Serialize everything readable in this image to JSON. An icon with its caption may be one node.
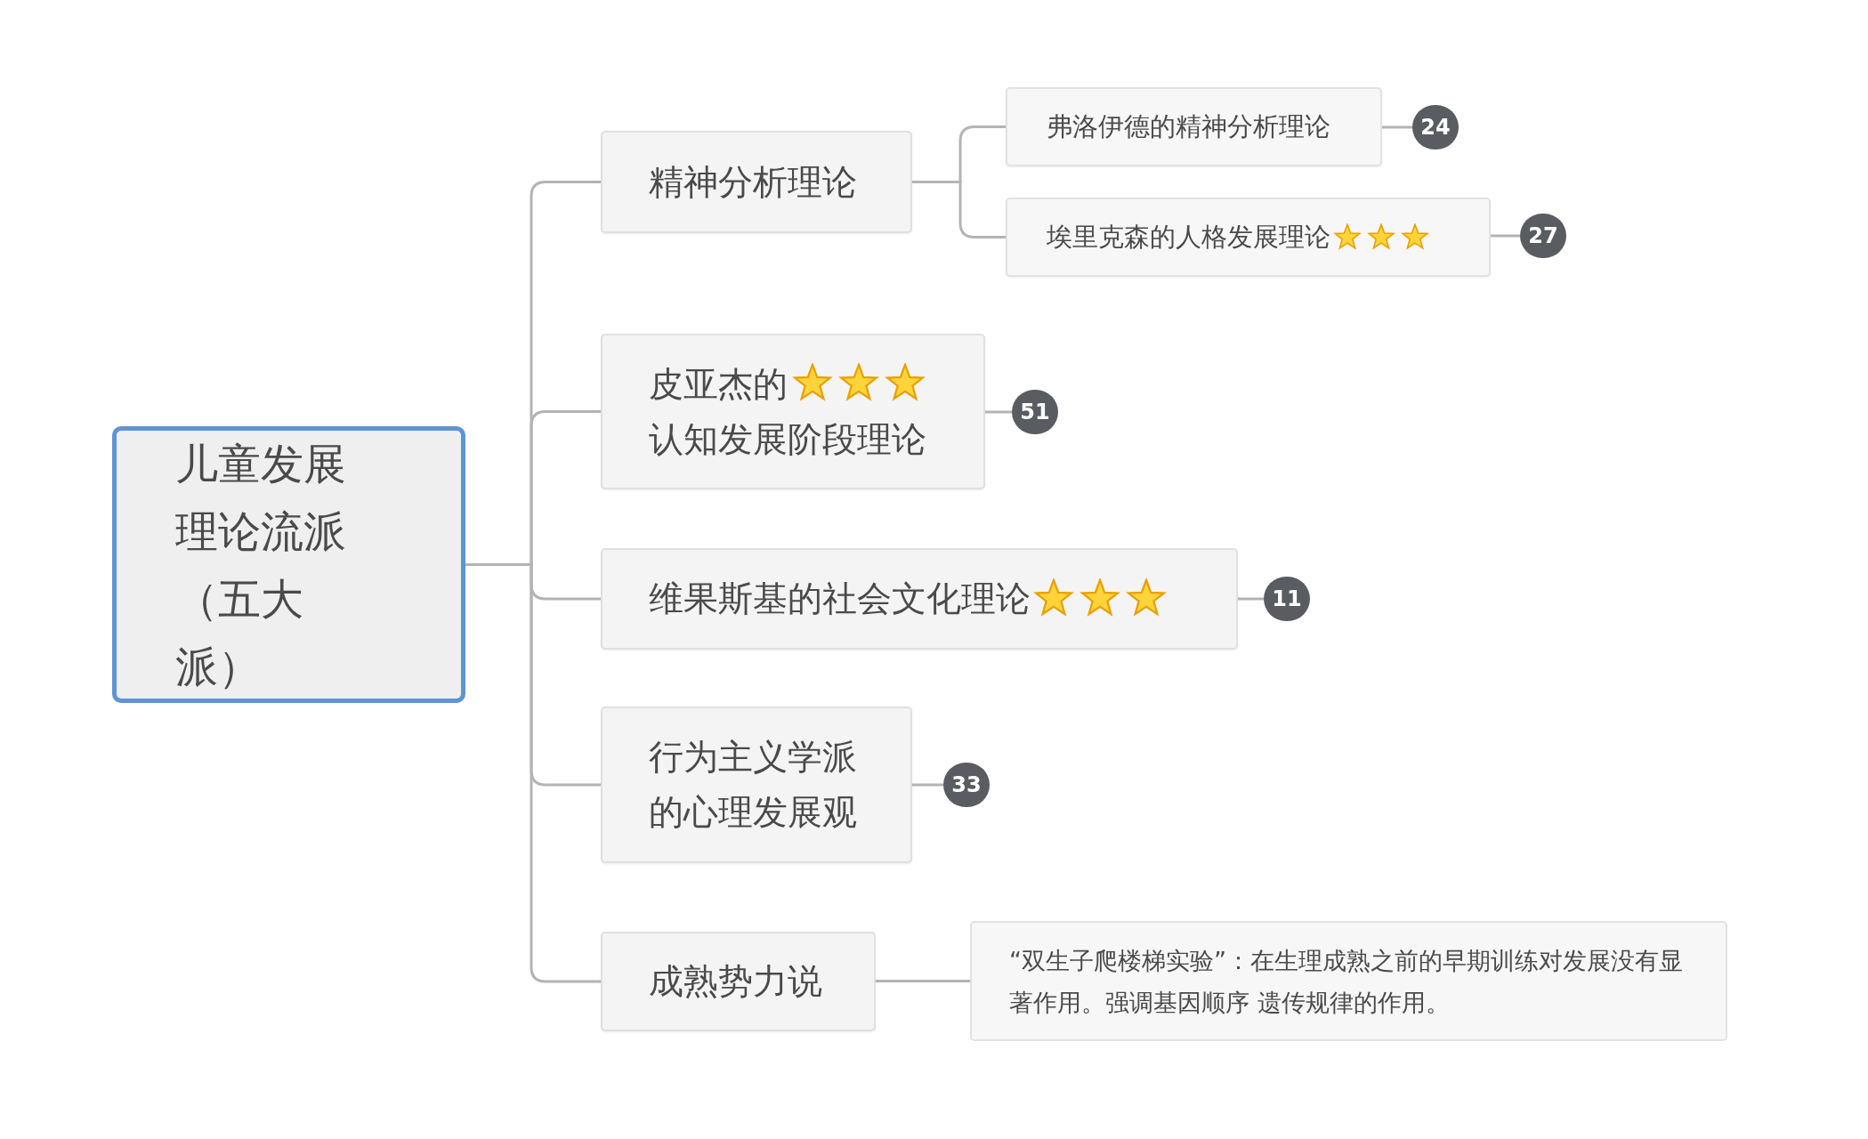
{
  "diagram": {
    "nodes": [
      {
        "text": [
          "儿童发展理论流派（五大派）"
        ]
      },
      {
        "text": [
          "精神分析理论"
        ]
      },
      {
        "text": [
          "弗洛伊德的精神分析理论"
        ]
      },
      {
        "text": [
          "24"
        ]
      },
      {
        "text": [
          "埃里克森的人格发展理论"
        ]
      },
      {
        "text": [
          "27"
        ]
      },
      {
        "text": [
          "皮亚杰的认知发展阶段理论"
        ]
      },
      {
        "text": [
          "51"
        ]
      },
      {
        "text": [
          "维果斯基的社会文化理论"
        ]
      },
      {
        "text": [
          "11"
        ]
      },
      {
        "text": [
          "行为主义学派的心理发展观"
        ]
      },
      {
        "text": [
          "33"
        ]
      },
      {
        "text": [
          "成熟势力说"
        ]
      },
      {
        "text": [
          "“双生子爬楼梯实验”：在生理成熟之前的早期训练对发展没有显著作用。强调基因顺序 遗传规律的作用。"
        ]
      }
    ],
    "edges": [
      {
        "from": 0,
        "to": 1,
        "arrow": "none"
      },
      {
        "from": 0,
        "to": 6,
        "arrow": "none"
      },
      {
        "from": 0,
        "to": 8,
        "arrow": "none"
      },
      {
        "from": 0,
        "to": 10,
        "arrow": "none"
      },
      {
        "from": 0,
        "to": 12,
        "arrow": "none"
      },
      {
        "from": 1,
        "to": 2,
        "arrow": "none"
      },
      {
        "from": 1,
        "to": 4,
        "arrow": "none"
      },
      {
        "from": 2,
        "to": 3,
        "arrow": "none"
      },
      {
        "from": 4,
        "to": 5,
        "arrow": "none"
      },
      {
        "from": 6,
        "to": 7,
        "arrow": "none"
      },
      {
        "from": 8,
        "to": 9,
        "arrow": "none"
      },
      {
        "from": 10,
        "to": 11,
        "arrow": "none"
      },
      {
        "from": 12,
        "to": 13,
        "arrow": "none"
      }
    ]
  }
}
